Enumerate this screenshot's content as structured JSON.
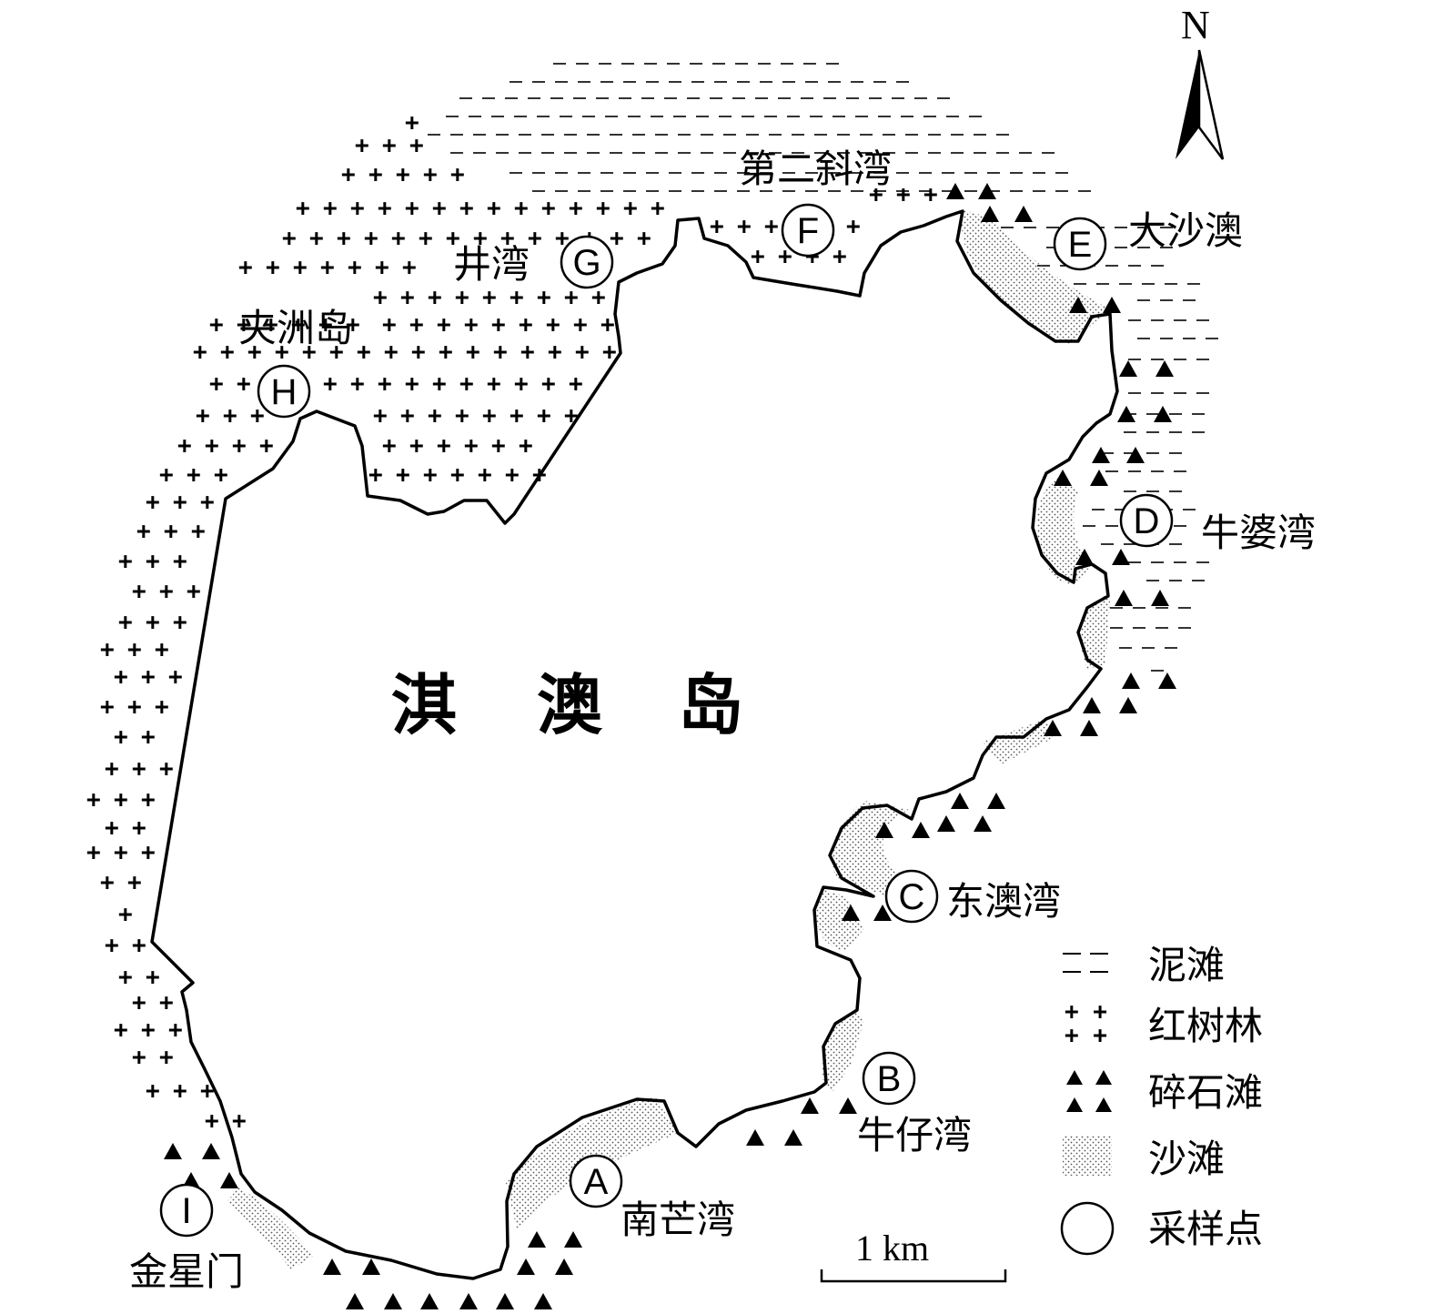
{
  "colors": {
    "ink": "#000000",
    "paper": "#ffffff",
    "sand_dot": "#555555"
  },
  "north_arrow": {
    "label": "N"
  },
  "island": {
    "name": "淇 澳 岛"
  },
  "places": {
    "second_bay": "第二斜湾",
    "dashaao": "大沙澳",
    "jingwan": "井湾",
    "jiazhou": "夹洲岛",
    "niupo": "牛婆湾",
    "dongao": "东澳湾",
    "niuzai": "牛仔湾",
    "nanmang": "南芒湾",
    "jinxingmen": "金星门"
  },
  "sample_sites": [
    "A",
    "B",
    "C",
    "D",
    "E",
    "F",
    "G",
    "H",
    "I"
  ],
  "legend": {
    "mudflat": "泥滩",
    "mangrove": "红树林",
    "gravel": "碎石滩",
    "sand": "沙滩",
    "sample": "采样点"
  },
  "scale_bar": {
    "label": "1 km"
  },
  "icons": [
    "north-arrow-icon",
    "mudflat-symbol-icon",
    "mangrove-symbol-icon",
    "gravel-symbol-icon",
    "sand-symbol-icon",
    "sample-circle-icon"
  ]
}
